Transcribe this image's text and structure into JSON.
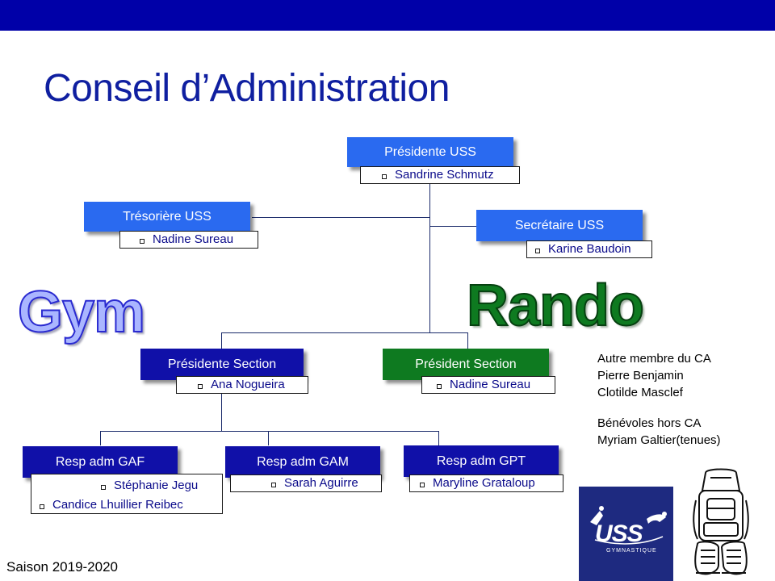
{
  "title": "Conseil d’Administration",
  "season": "Saison 2019-2020",
  "labels": {
    "gym": "Gym",
    "rando": "Rando"
  },
  "org": {
    "presidente_uss": {
      "role": "Présidente USS",
      "names": [
        "Sandrine Schmutz"
      ]
    },
    "tresoriere_uss": {
      "role": "Trésorière USS",
      "names": [
        "Nadine Sureau"
      ]
    },
    "secretaire_uss": {
      "role": "Secrétaire USS",
      "names": [
        "Karine Baudoin"
      ]
    },
    "presidente_section_gym": {
      "role": "Présidente Section",
      "names": [
        "Ana Nogueira"
      ]
    },
    "president_section_rando": {
      "role": "Président Section",
      "names": [
        "Nadine Sureau"
      ]
    },
    "resp_gaf": {
      "role": "Resp adm GAF",
      "names": [
        "Stéphanie Jegu",
        "Candice Lhuillier Reibec"
      ]
    },
    "resp_gam": {
      "role": "Resp adm GAM",
      "names": [
        "Sarah Aguirre"
      ]
    },
    "resp_gpt": {
      "role": "Resp adm GPT",
      "names": [
        "Maryline Grataloup"
      ]
    }
  },
  "side": {
    "autre_title": "Autre membre du CA",
    "autre_members": [
      "Pierre Benjamin",
      "Clotilde Masclef"
    ],
    "benevoles_title": "Bénévoles hors CA",
    "benevoles_members": [
      "Myriam Galtier(tenues)"
    ]
  },
  "logo": {
    "text": "USS",
    "subtext": "GYMNASTIQUE"
  },
  "icons": [
    "uss-logo-icon",
    "backpack-icon"
  ],
  "colors": {
    "top_bar": "#0000a8",
    "title": "#0f1fa0",
    "light_box": "#2a6af0",
    "dark_box": "#1010a8",
    "green_box": "#0e7a20"
  }
}
